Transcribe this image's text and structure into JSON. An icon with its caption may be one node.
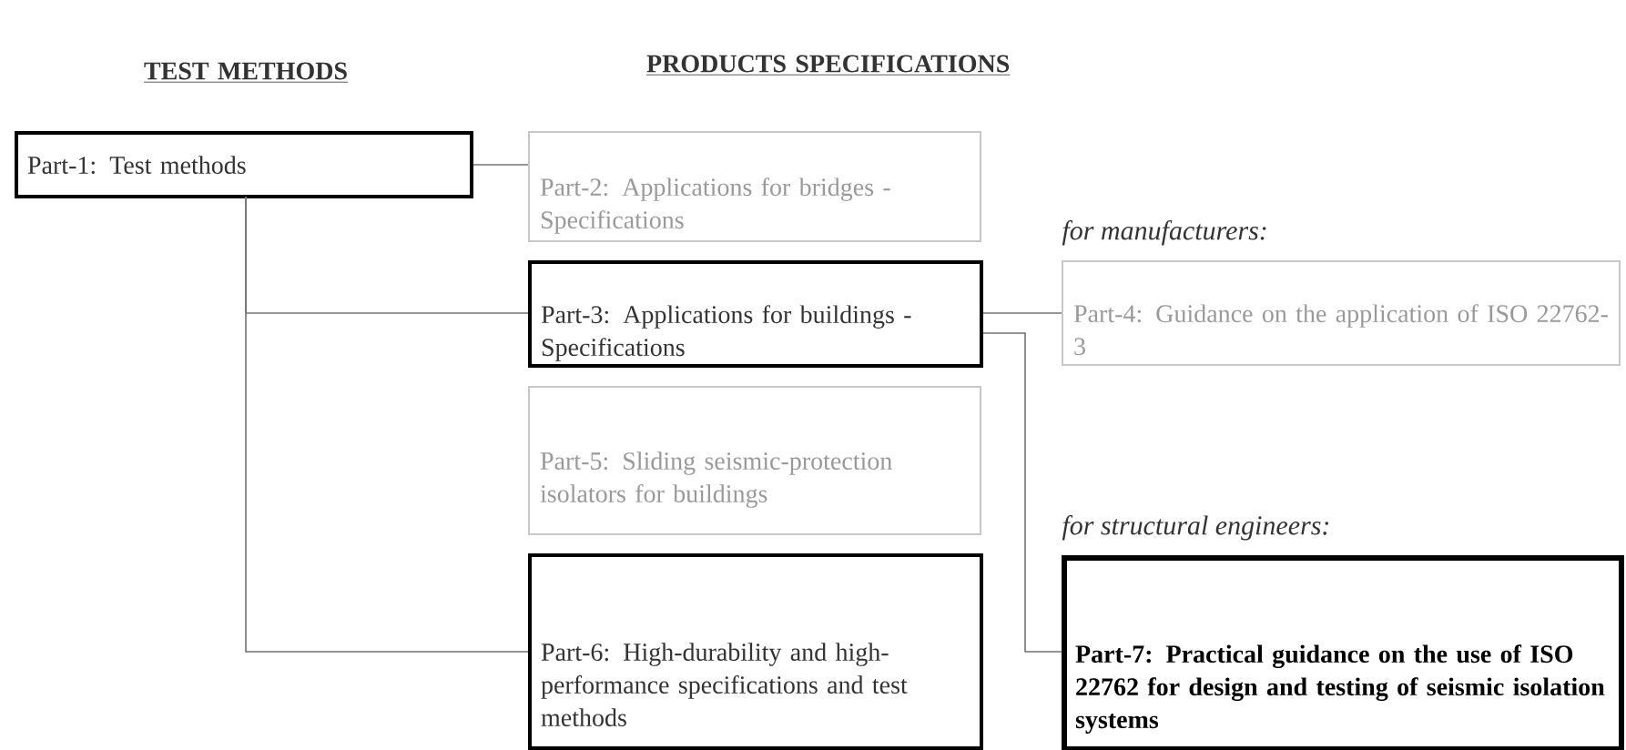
{
  "diagram": {
    "nodes": [
      {
        "text": [
          "Part-1: Test methods"
        ]
      },
      {
        "text": [
          "Part-2: Applications for bridges - Specifications"
        ]
      },
      {
        "text": [
          "Part-3: Applications for buildings - Specifications"
        ]
      },
      {
        "text": [
          "Part-4: Guidance on the application of ISO 22762-3"
        ],
        "beside": [
          "for manufacturers:"
        ]
      },
      {
        "text": [
          "Part-5: Sliding seismic-protection isolators for buildings"
        ]
      },
      {
        "text": [
          "Part-6: High-durability and high-performance specifications and test methods"
        ]
      },
      {
        "text": [
          "Part-7: Practical guidance on the use of ISO 22762 for design and testing of seismic isolation systems"
        ],
        "beside": [
          "for structural engineers:"
        ]
      }
    ],
    "edges": [
      {
        "from": 0,
        "to": 1,
        "arrow": "none"
      },
      {
        "from": 0,
        "to": 2,
        "arrow": "none"
      },
      {
        "from": 0,
        "to": 5,
        "arrow": "none"
      },
      {
        "from": 2,
        "to": 3,
        "arrow": "none"
      },
      {
        "from": 2,
        "to": 6,
        "arrow": "none"
      }
    ],
    "labels": [
      "TEST METHODS",
      "PRODUCTS SPECIFICATIONS"
    ]
  }
}
